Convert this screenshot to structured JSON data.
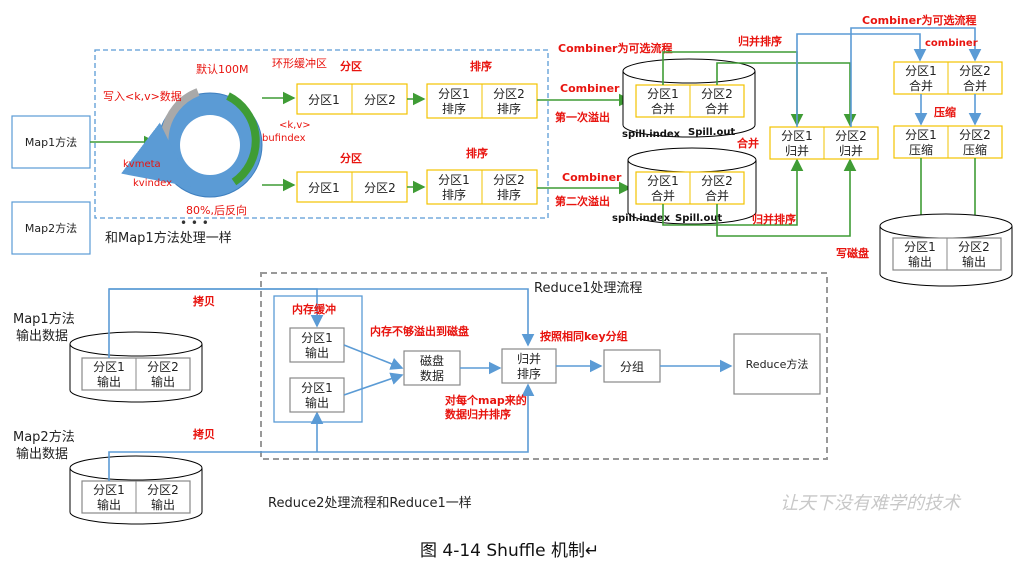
{
  "caption": "图 4-14    Shuffle 机制↵",
  "watermark": "让天下没有难学的技术",
  "map_side": {
    "map1": "Map1方法",
    "map2": "Map2方法",
    "map2_note": "和Map1方法处理一样",
    "write_kv": "写入<k,v>数据",
    "default_100m": "默认100M",
    "ring_buffer": "环形缓冲区",
    "kv_label": "<k,v>",
    "bufindex": "bufindex",
    "kvmeta": "kvmeta",
    "kvindex": "kvindex",
    "pct80": "80%,后反向",
    "partition": "分区",
    "sort": "排序",
    "p1": "分区1",
    "p2": "分区2",
    "p1_sort_a": "分区1",
    "p1_sort_b": "排序",
    "p2_sort_a": "分区2",
    "p2_sort_b": "排序",
    "combiner_optional": "Combiner为可选流程",
    "combiner": "Combiner",
    "first_spill": "第一次溢出",
    "second_spill": "第二次溢出",
    "merge_a": "分区1",
    "merge_a2": "合并",
    "merge_b": "分区2",
    "merge_b2": "合并",
    "spill_index": "spill.index",
    "spill_out": "Spill.out",
    "merge_sort": "归并排序",
    "merge": "合并",
    "mg1a": "分区1",
    "mg1b": "归并",
    "mg2a": "分区2",
    "mg2b": "归并",
    "combiner_optional2": "Combiner为可选流程",
    "combiner_small": "combiner",
    "cb1a": "分区1",
    "cb1b": "合并",
    "cb2a": "分区2",
    "cb2b": "合并",
    "compress": "压缩",
    "cp1a": "分区1",
    "cp1b": "压缩",
    "cp2a": "分区2",
    "cp2b": "压缩",
    "write_disk": "写磁盘",
    "out1a": "分区1",
    "out1b": "输出",
    "out2a": "分区2",
    "out2b": "输出"
  },
  "reduce_side": {
    "title": "Reduce1处理流程",
    "map1_out_a": "Map1方法",
    "map1_out_b": "输出数据",
    "map2_out_a": "Map2方法",
    "map2_out_b": "输出数据",
    "copy1": "拷贝",
    "copy2": "拷贝",
    "mem_buffer": "内存缓冲",
    "mb1a": "分区1",
    "mb1b": "输出",
    "mb2a": "分区1",
    "mb2b": "输出",
    "mem_spill": "内存不够溢出到磁盘",
    "disk_a": "磁盘",
    "disk_b": "数据",
    "merge_a": "归并",
    "merge_b": "排序",
    "group_by_key": "按照相同key分组",
    "group": "分组",
    "reduce_method": "Reduce方法",
    "per_map_a": "对每个map来的",
    "per_map_b": "数据归并排序",
    "c1a": "分区1",
    "c1b": "输出",
    "c2a": "分区2",
    "c2b": "输出",
    "d1a": "分区1",
    "d1b": "输出",
    "d2a": "分区2",
    "d2b": "输出",
    "reduce2_note": "Reduce2处理流程和Reduce1一样"
  },
  "colors": {
    "blue": "#5b9bd5",
    "green": "#3f9c35",
    "yellow": "#f2c300",
    "red": "#e8140f"
  }
}
